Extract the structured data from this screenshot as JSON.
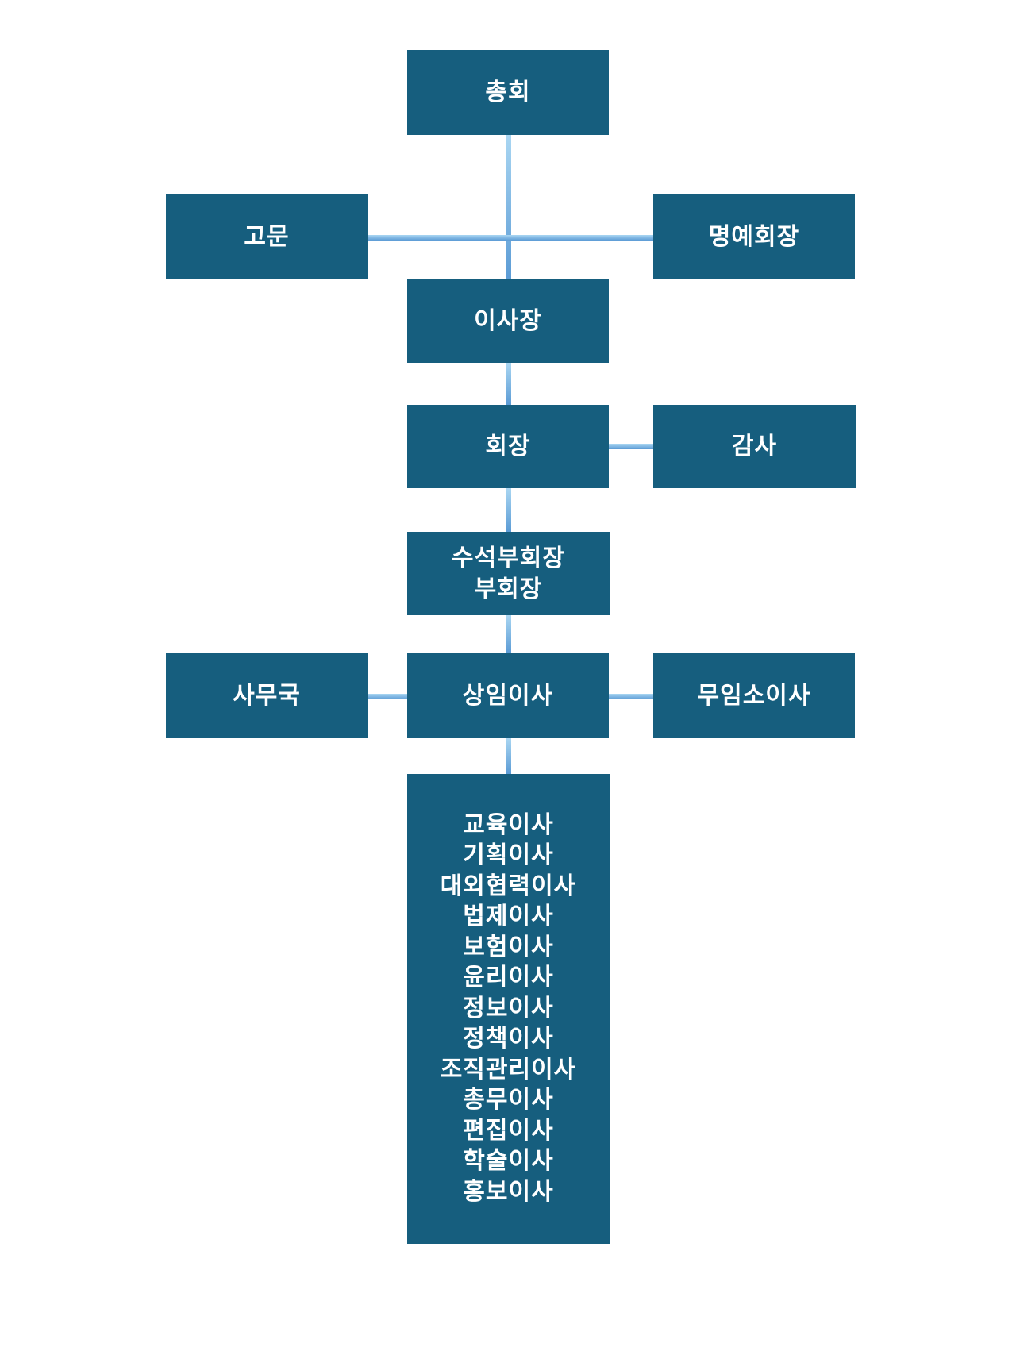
{
  "diagram": {
    "kind": "organization-chart",
    "colors": {
      "box_fill": "#165e7e",
      "box_text": "#ffffff",
      "connector_light": "#a9d6f2",
      "connector_dark": "#5b9bd5",
      "background": "#ffffff"
    },
    "nodes": {
      "general_assembly": {
        "label": "총회"
      },
      "advisor": {
        "label": "고문"
      },
      "honorary_president": {
        "label": "명예회장"
      },
      "chairman_of_board": {
        "label": "이사장"
      },
      "president": {
        "label": "회장"
      },
      "auditor": {
        "label": "감사"
      },
      "vice_presidents": {
        "label": "수석부회장\n부회장"
      },
      "secretariat": {
        "label": "사무국"
      },
      "executive_directors": {
        "label": "상임이사"
      },
      "directors_at_large": {
        "label": "무임소이사"
      },
      "directors": {
        "items": [
          "교육이사",
          "기획이사",
          "대외협력이사",
          "법제이사",
          "보험이사",
          "윤리이사",
          "정보이사",
          "정책이사",
          "조직관리이사",
          "총무이사",
          "편집이사",
          "학술이사",
          "홍보이사"
        ]
      }
    },
    "edges": [
      {
        "from": "general_assembly",
        "to": "chairman_of_board"
      },
      {
        "from": "advisor",
        "to": "honorary_president"
      },
      {
        "from": "chairman_of_board",
        "to": "president"
      },
      {
        "from": "president",
        "to": "auditor"
      },
      {
        "from": "president",
        "to": "vice_presidents"
      },
      {
        "from": "vice_presidents",
        "to": "executive_directors"
      },
      {
        "from": "secretariat",
        "to": "executive_directors"
      },
      {
        "from": "executive_directors",
        "to": "directors_at_large"
      },
      {
        "from": "executive_directors",
        "to": "directors"
      }
    ]
  }
}
